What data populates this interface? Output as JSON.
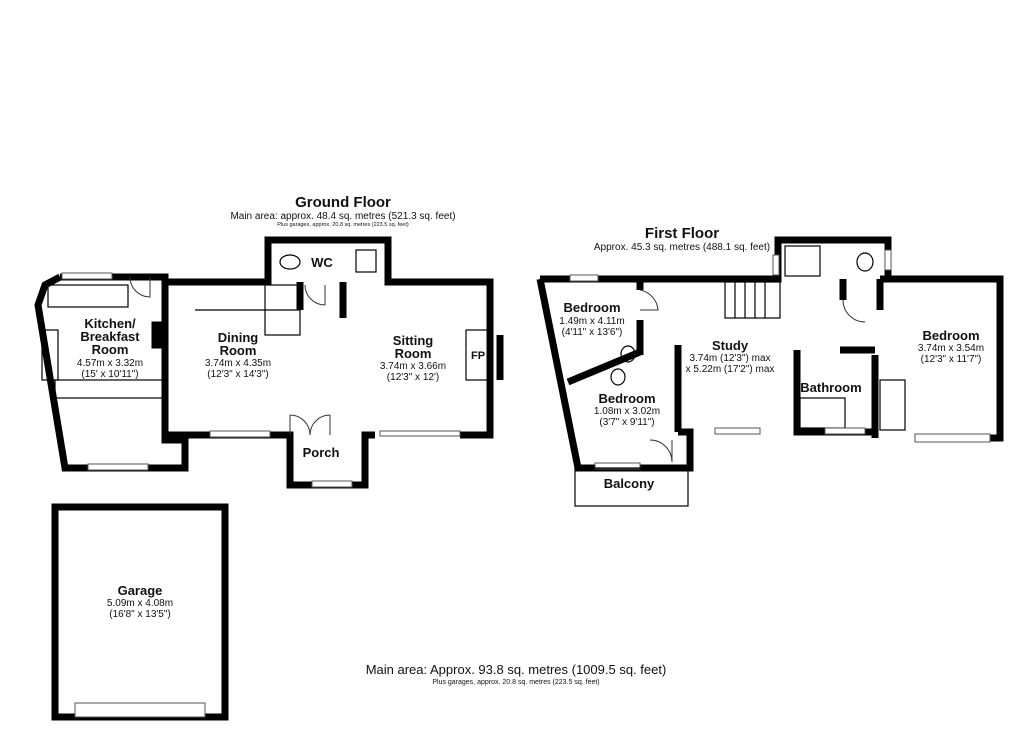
{
  "ground_floor": {
    "title": "Ground Floor",
    "main_area": "Main area: approx. 48.4 sq. metres (521.3 sq. feet)",
    "garages": "Plus garages, approx. 20.8 sq. metres (223.5 sq. feet)",
    "rooms": [
      {
        "name": "Kitchen/",
        "name2": "Breakfast",
        "name3": "Room",
        "metric": "4.57m x 3.32m",
        "imperial": "(15' x 10'11\")"
      },
      {
        "name": "Dining",
        "name2": "Room",
        "metric": "3.74m x 4.35m",
        "imperial": "(12'3\" x 14'3\")"
      },
      {
        "name": "Sitting",
        "name2": "Room",
        "metric": "3.74m x 3.66m",
        "imperial": "(12'3\" x 12')"
      },
      {
        "name": "WC"
      },
      {
        "name": "Porch"
      },
      {
        "name": "FP"
      },
      {
        "name": "Garage",
        "metric": "5.09m x 4.08m",
        "imperial": "(16'8\" x 13'5\")"
      }
    ]
  },
  "first_floor": {
    "title": "First Floor",
    "area": "Approx. 45.3 sq. metres (488.1 sq. feet)",
    "rooms": [
      {
        "name": "Bedroom",
        "metric": "1.49m x 4.11m",
        "imperial": "(4'11\" x 13'6\")"
      },
      {
        "name": "Bedroom",
        "metric": "1.08m x 3.02m",
        "imperial": "(3'7\" x 9'11\")"
      },
      {
        "name": "Study",
        "metric": "3.74m (12'3\") max",
        "imperial": "x 5.22m (17'2\") max"
      },
      {
        "name": "Bathroom"
      },
      {
        "name": "Bedroom",
        "metric": "3.74m x 3.54m",
        "imperial": "(12'3\" x 11'7\")"
      },
      {
        "name": "Balcony"
      }
    ]
  },
  "totals": {
    "main_area": "Main area: Approx. 93.8 sq. metres (1009.5 sq. feet)",
    "garages": "Plus garages, approx. 20.8 sq. metres (223.5 sq. feet)"
  }
}
